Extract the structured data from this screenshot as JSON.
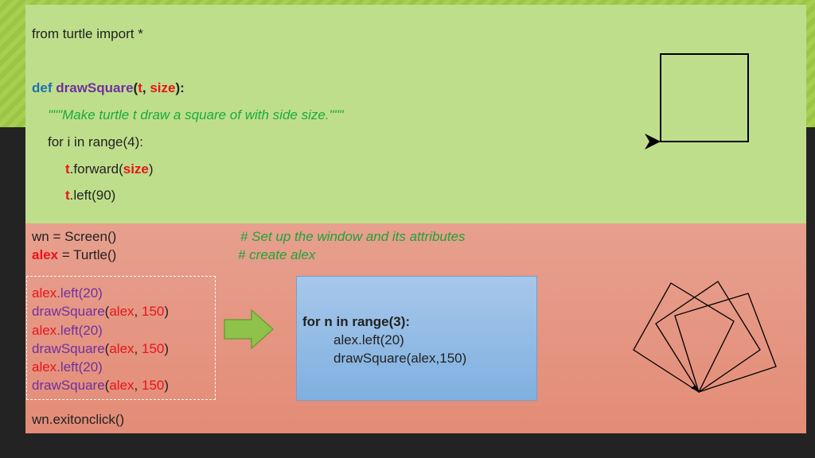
{
  "def_block": {
    "line1": "from turtle import *",
    "def_kw": "def",
    "func_name": "drawSquare",
    "paren_open": "(",
    "param_t": "t",
    "comma": ", ",
    "param_size": "size",
    "paren_close": "):",
    "docstring": "\"\"\"Make turtle t draw a square of with side size.\"\"\"",
    "for_line": "for i in range(4):",
    "fwd_t": "t",
    "fwd_method": ".forward(",
    "fwd_arg": "size",
    "fwd_close": ")",
    "left_t": "t",
    "left_method": ".left(90)"
  },
  "setup_block": {
    "wn_line": "wn = Screen()",
    "wn_comment": "# Set up the window and its attributes",
    "alex_var": "alex",
    "alex_rest": " = Turtle()",
    "alex_comment": "# create alex"
  },
  "unrolled": {
    "alex": "alex",
    "left20": ".left(20)",
    "draw": "drawSquare",
    "open": "(",
    "sep": ", ",
    "num": "150",
    "close": ")"
  },
  "loop_box": {
    "for_line": "for n in range(3):",
    "body1": "alex.left(20)",
    "body2": "drawSquare(alex,150)"
  },
  "exit_line": "wn.exitonclick()",
  "colors": {
    "green_panel": "#bfde8b",
    "red_panel": "#e38c77",
    "blue_box": "#7fb0e0",
    "arrow": "#8fc24a"
  }
}
